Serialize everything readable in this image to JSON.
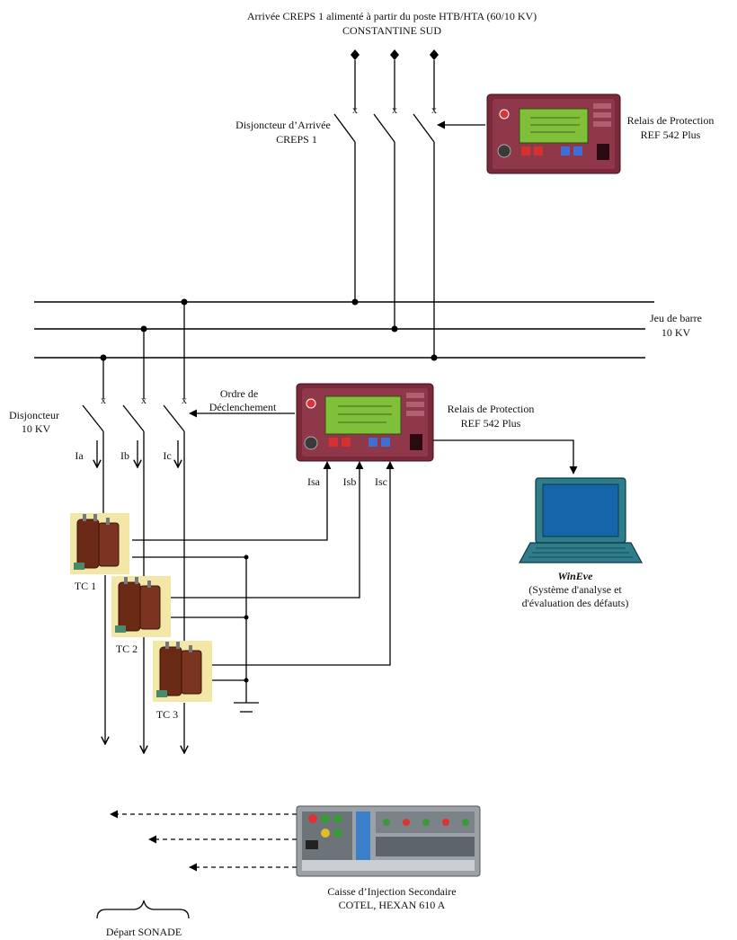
{
  "header": {
    "line1": "Arrivée CREPS 1 alimenté à partir du poste HTB/HTA (60/10 KV)",
    "line2": "CONSTANTINE SUD"
  },
  "incoming_breaker": {
    "line1": "Disjoncteur d’Arrivée",
    "line2": "CREPS 1"
  },
  "relay_top": {
    "line1": "Relais de Protection",
    "line2": "REF 542 Plus"
  },
  "busbar": {
    "line1": "Jeu de barre",
    "line2": "10 KV"
  },
  "feeder_breaker": {
    "line1": "Disjoncteur",
    "line2": "10 KV"
  },
  "trip_order": {
    "line1": "Ordre de",
    "line2": "Déclenchement"
  },
  "relay_mid": {
    "line1": "Relais de Protection",
    "line2": "REF 542 Plus"
  },
  "currents": {
    "ia": "Ia",
    "ib": "Ib",
    "ic": "Ic"
  },
  "relay_inputs": {
    "isa": "Isa",
    "isb": "Isb",
    "isc": "Isc"
  },
  "ct_labels": {
    "tc1": "TC 1",
    "tc2": "TC 2",
    "tc3": "TC 3"
  },
  "winEve": {
    "name": "WinEve",
    "line1": "(Système d'analyse et",
    "line2": "d'évaluation des défauts)"
  },
  "injection_box": {
    "line1": "Caisse d’Injection Secondaire",
    "line2": "COTEL, HEXAN 610 A"
  },
  "departure": "Départ SONADE",
  "breaker_mark": "x",
  "colors": {
    "relay_body": "#7a2a3a",
    "relay_screen": "#7fbf3a",
    "ct_body": "#6b2a16",
    "ct_background": "#f3e7a8",
    "laptop": "#2f7d8a",
    "laptop_screen": "#1565a8",
    "injection_panel": "#9aa2a8"
  }
}
